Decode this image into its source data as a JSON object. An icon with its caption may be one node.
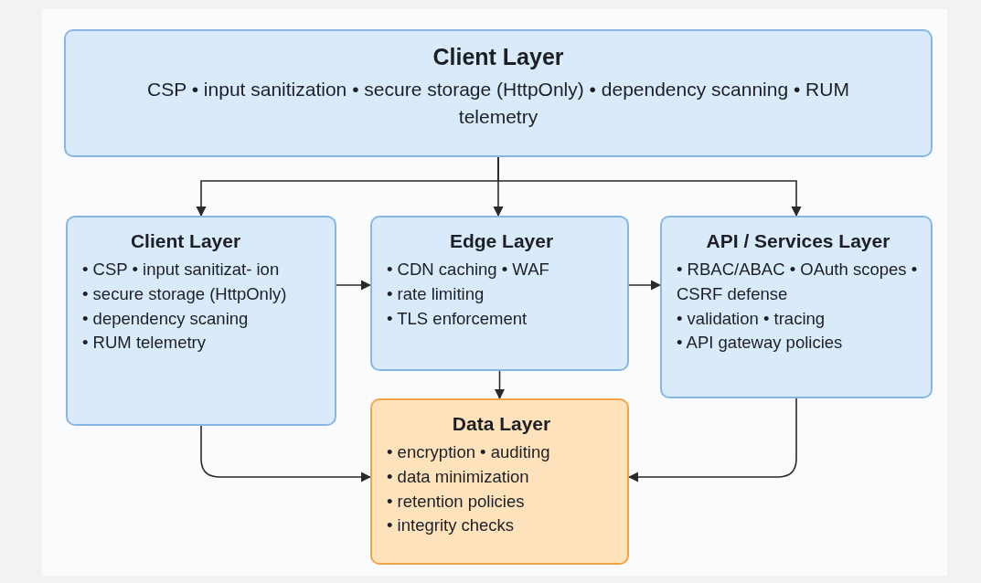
{
  "diagram": {
    "nodes": [
      {
        "text": [
          "Client Layer",
          "CSP • input sanitization • secure storage (HttpOnly) • dependency scanning • RUM telemetry"
        ]
      },
      {
        "text": [
          "Client Layer",
          "• CSP • input sanitizat- ion • secure storage (HttpOnly)",
          "• dependency scaning",
          "• RUM telemetry"
        ]
      },
      {
        "text": [
          "Edge Layer",
          "• CDN caching • WAF",
          "• rate limiting",
          "• TLS enforcement"
        ]
      },
      {
        "text": [
          "API / Services Layer",
          "• RBAC/ABAC • OAuth scopes • CSRF defense",
          "• validation • tracing",
          "• API gateway policies"
        ]
      },
      {
        "text": [
          "Data Layer",
          "• encryption • auditing",
          "• data minimization",
          "• retention policies",
          "• integrity checks"
        ]
      }
    ],
    "edges": [
      {
        "from": 0,
        "to": 1,
        "arrow": "to"
      },
      {
        "from": 0,
        "to": 2,
        "arrow": "to"
      },
      {
        "from": 0,
        "to": 3,
        "arrow": "to"
      },
      {
        "from": 1,
        "to": 2,
        "arrow": "to"
      },
      {
        "from": 2,
        "to": 3,
        "arrow": "to"
      },
      {
        "from": 2,
        "to": 4,
        "arrow": "to"
      },
      {
        "from": 1,
        "to": 4,
        "arrow": "to"
      },
      {
        "from": 3,
        "to": 4,
        "arrow": "to"
      }
    ]
  }
}
